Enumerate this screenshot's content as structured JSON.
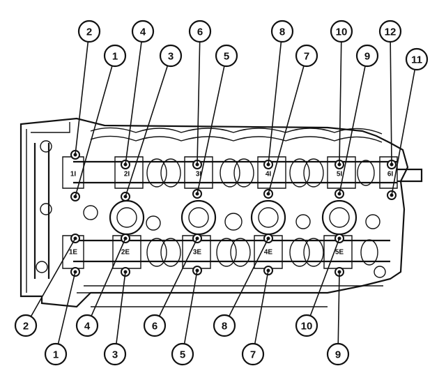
{
  "diagram": {
    "intake_callouts": [
      "1",
      "2",
      "3",
      "4",
      "5",
      "6",
      "7",
      "8",
      "9",
      "10",
      "11",
      "12"
    ],
    "exhaust_callouts": [
      "1",
      "2",
      "3",
      "4",
      "5",
      "6",
      "7",
      "8",
      "9",
      "10"
    ],
    "intake_cap_labels": [
      "1I",
      "2I",
      "3I",
      "4I",
      "5I",
      "6I"
    ],
    "exhaust_cap_labels": [
      "1E",
      "2E",
      "3E",
      "4E",
      "5E"
    ]
  }
}
